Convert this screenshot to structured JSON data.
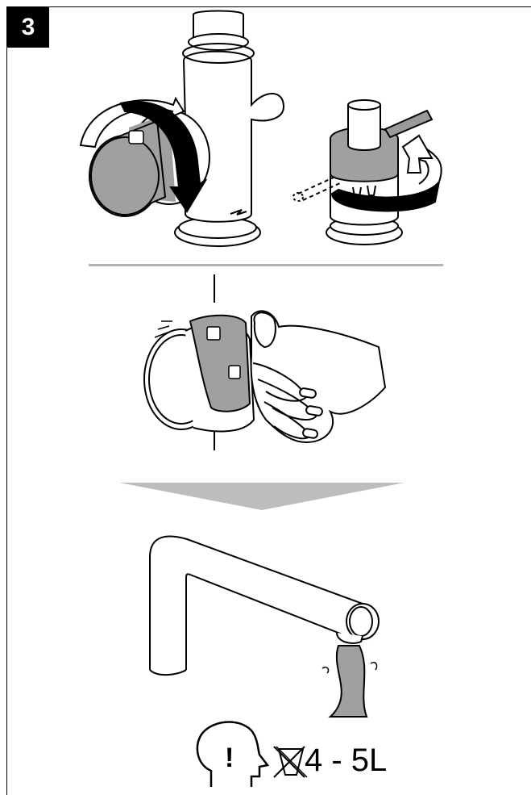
{
  "step": {
    "number": "3"
  },
  "figures": [
    {
      "name": "faucet-knob-rotation"
    },
    {
      "name": "cartridge-rotation"
    },
    {
      "name": "hand-pressing-knob"
    },
    {
      "name": "spout-water-flow"
    }
  ],
  "warning": {
    "icon": "attention-head-icon",
    "no_drink_icon": "crossed-glass-icon",
    "volume": "4 - 5L"
  },
  "colors": {
    "badge": "#000000",
    "divider": "#b4b4b4",
    "fill_gray": "#a0a0a0",
    "arrow": "#bdbdbd"
  }
}
